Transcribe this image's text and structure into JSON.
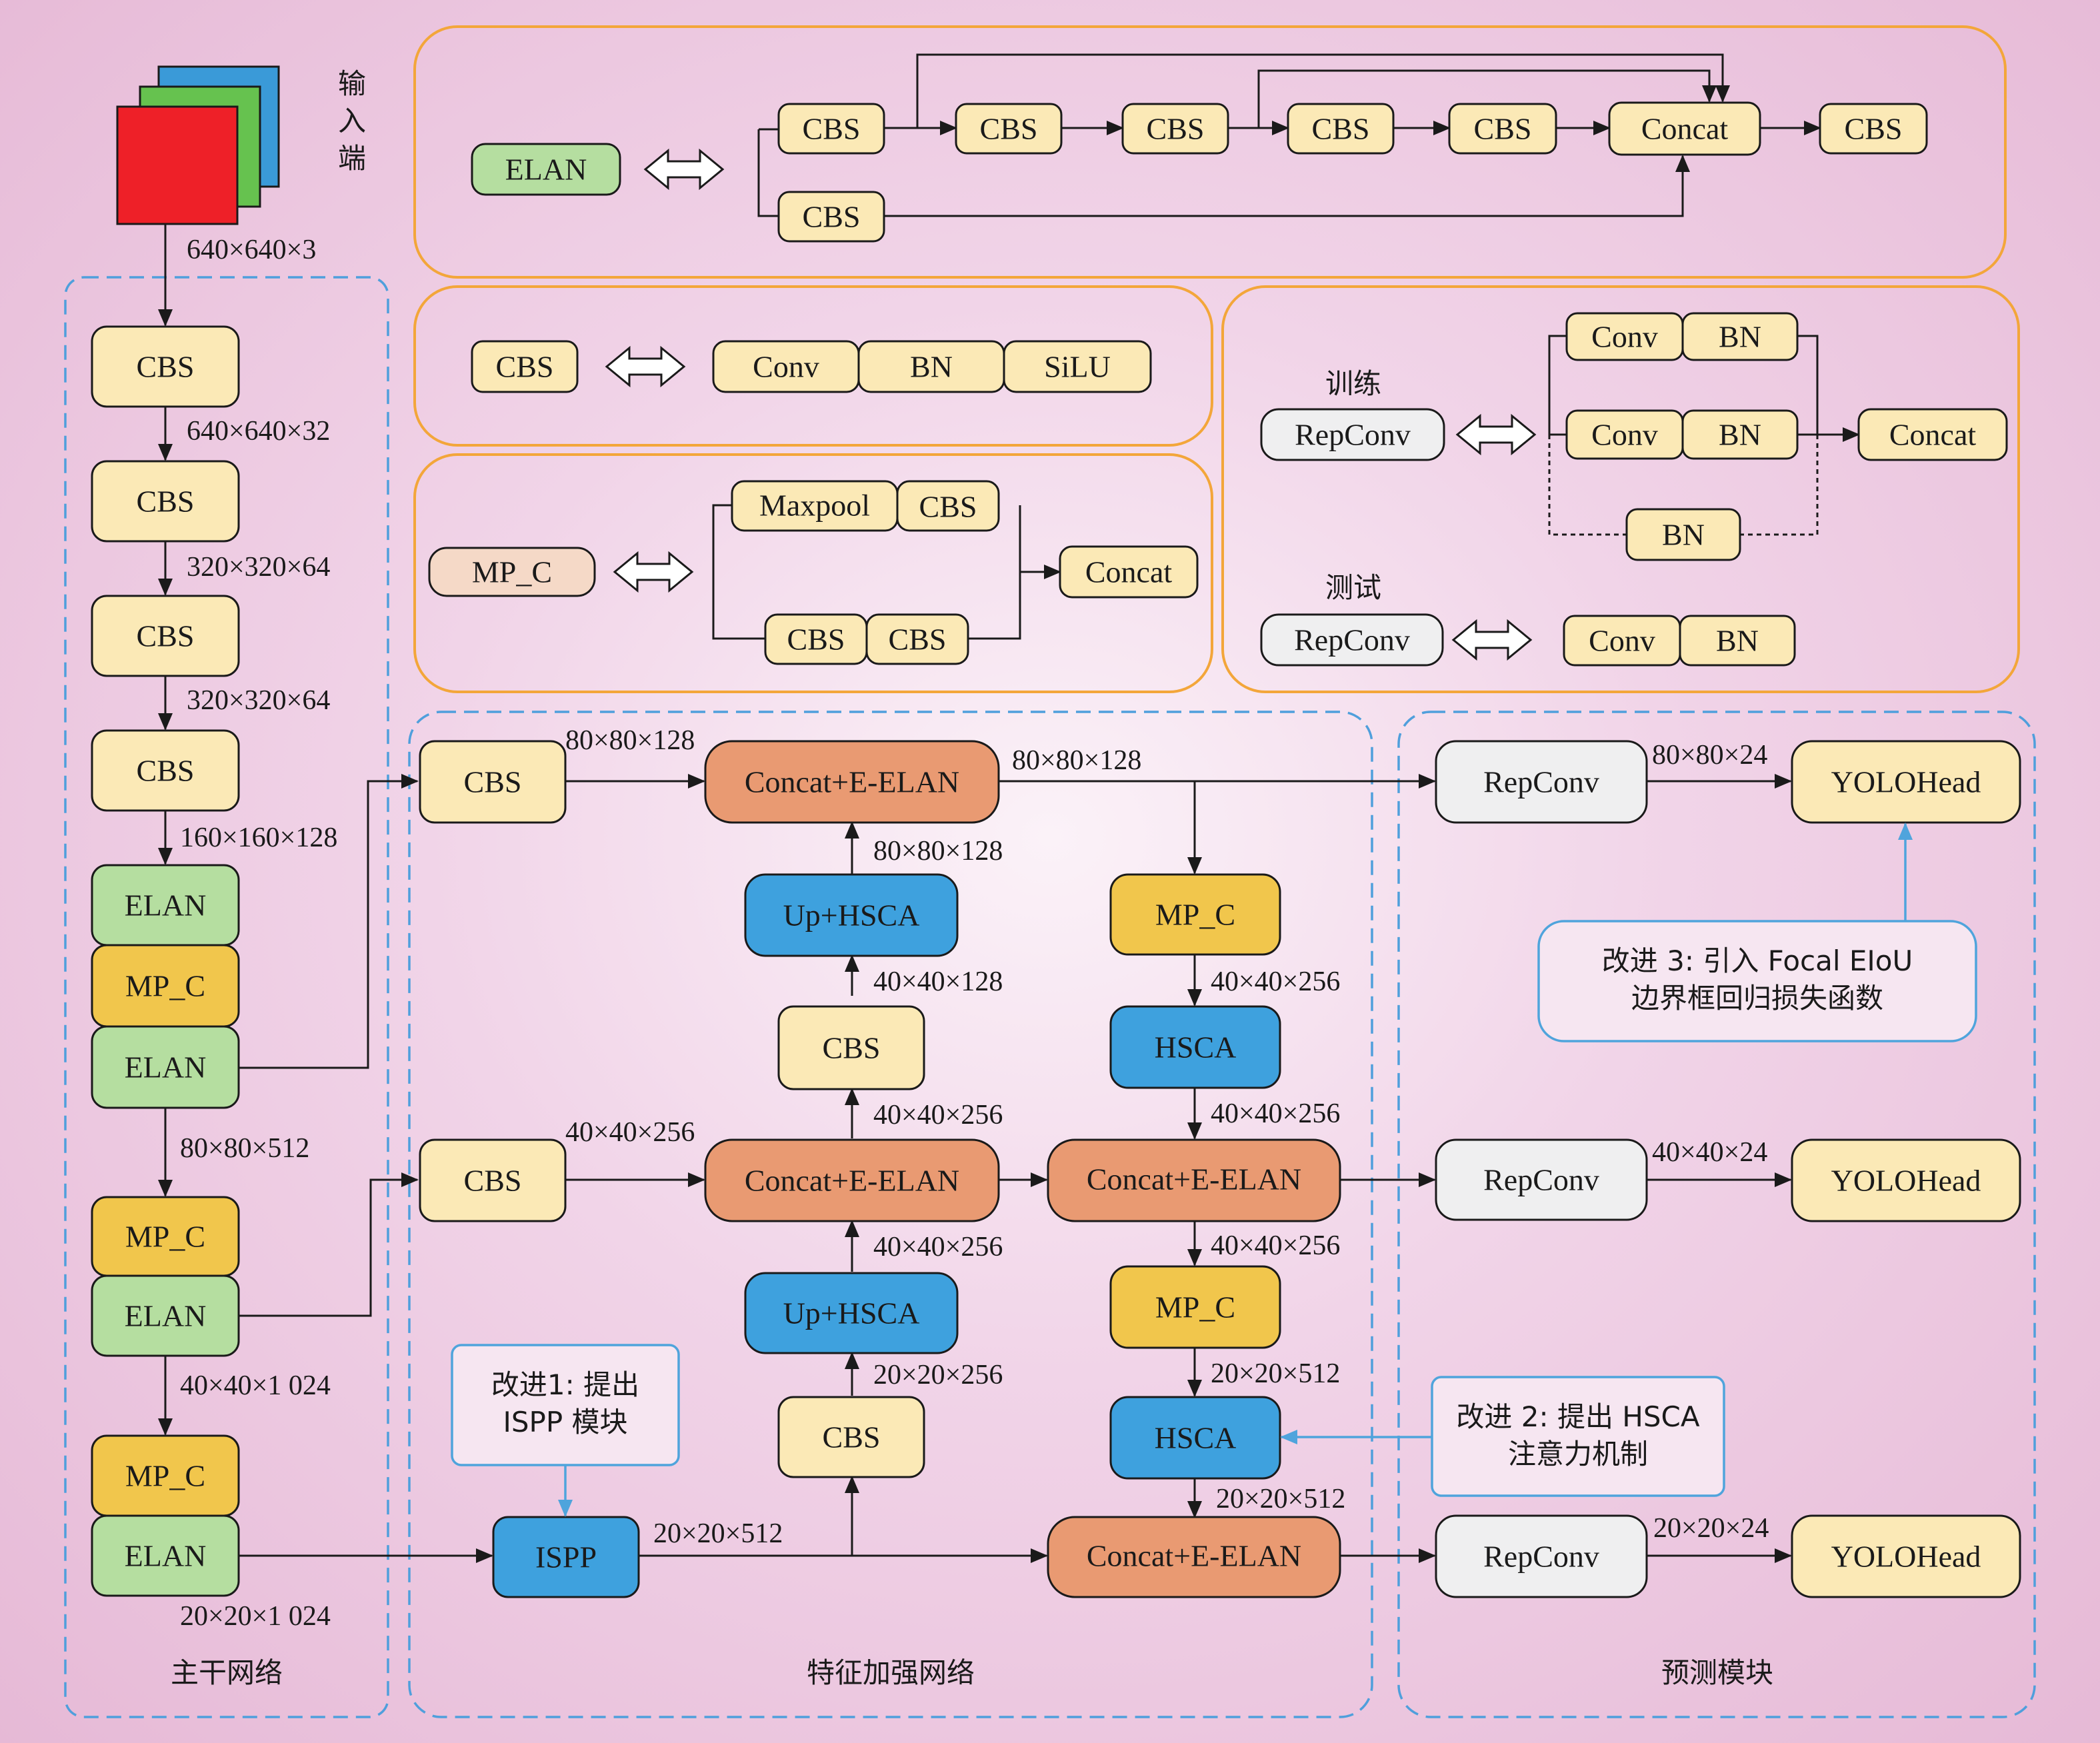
{
  "input": {
    "label_chars": [
      "输",
      "入",
      "端"
    ],
    "shape": "640×640×3"
  },
  "sections": {
    "backbone": "主干网络",
    "neck": "特征加强网络",
    "head": "预测模块"
  },
  "legend": {
    "elan": {
      "name": "ELAN",
      "cbs": "CBS",
      "concat": "Concat"
    },
    "cbs": {
      "name": "CBS",
      "parts": [
        "Conv",
        "BN",
        "SiLU"
      ]
    },
    "mpc": {
      "name": "MP_C",
      "maxpool": "Maxpool",
      "cbs": "CBS",
      "concat": "Concat"
    },
    "repconv": {
      "train": "训练",
      "test": "测试",
      "name": "RepConv",
      "conv": "Conv",
      "bn": "BN",
      "concat": "Concat"
    }
  },
  "backbone": {
    "blocks": [
      "CBS",
      "CBS",
      "CBS",
      "CBS",
      "ELAN",
      "MP_C",
      "ELAN",
      "MP_C",
      "ELAN",
      "MP_C",
      "ELAN"
    ],
    "shapes": [
      "640×640×32",
      "320×320×64",
      "320×320×64",
      "160×160×128",
      "80×80×512",
      "40×40×1 024",
      "20×20×1 024"
    ]
  },
  "neck": {
    "cbs": "CBS",
    "concat_elan": "Concat+E-ELAN",
    "up_hsca": "Up+HSCA",
    "mpc": "MP_C",
    "hsca": "HSCA",
    "ispp": "ISPP",
    "shapes": {
      "s1": "80×80×128",
      "s2": "80×80×128",
      "s3": "80×80×128",
      "s4": "40×40×128",
      "s5": "40×40×256",
      "s6": "40×40×256",
      "s7": "40×40×256",
      "s8": "20×20×256",
      "s9": "20×20×512",
      "r1": "40×40×256",
      "r2": "40×40×256",
      "r3": "40×40×256",
      "r4": "20×20×512",
      "r5": "20×20×512"
    }
  },
  "head": {
    "repconv": "RepConv",
    "yolohead": "YOLOHead",
    "shapes": [
      "80×80×24",
      "40×40×24",
      "20×20×24"
    ]
  },
  "notes": {
    "n1": [
      "改进1: 提出",
      "ISPP 模块"
    ],
    "n2": [
      "改进 2: 提出 HSCA",
      "注意力机制"
    ],
    "n3": [
      "改进 3: 引入 Focal EIoU",
      "边界框回归损失函数"
    ]
  },
  "colors": {
    "cbs": "#fbe9b6",
    "elan": "#b5dea0",
    "mp_c": "#f1c64c",
    "concat_elan": "#e99a72",
    "hsca": "#3ea1de",
    "repconv": "#efeff0",
    "legend_border": "#f3a63a",
    "section_border": "#4f9fdc"
  }
}
